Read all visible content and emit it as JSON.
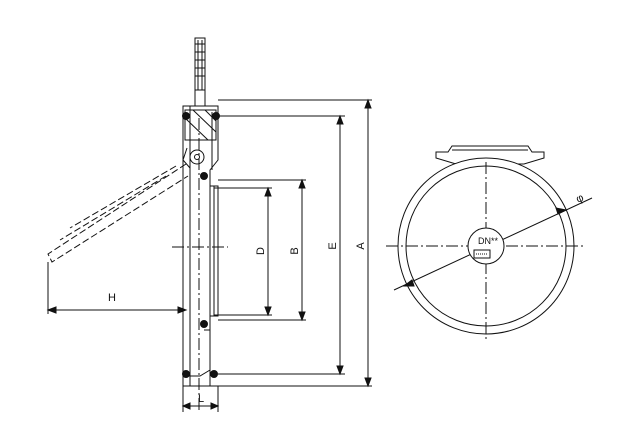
{
  "drawing": {
    "type": "technical drawing of a flap valve (side section and front view)",
    "line_color": "#111111",
    "background": "#ffffff",
    "side_view": {
      "dimension_labels": {
        "A": "A",
        "E": "E",
        "B": "B",
        "D": "D",
        "H": "H",
        "L": "L"
      }
    },
    "front_view": {
      "diameter_label": "φ",
      "plate_text": "DN**"
    }
  }
}
